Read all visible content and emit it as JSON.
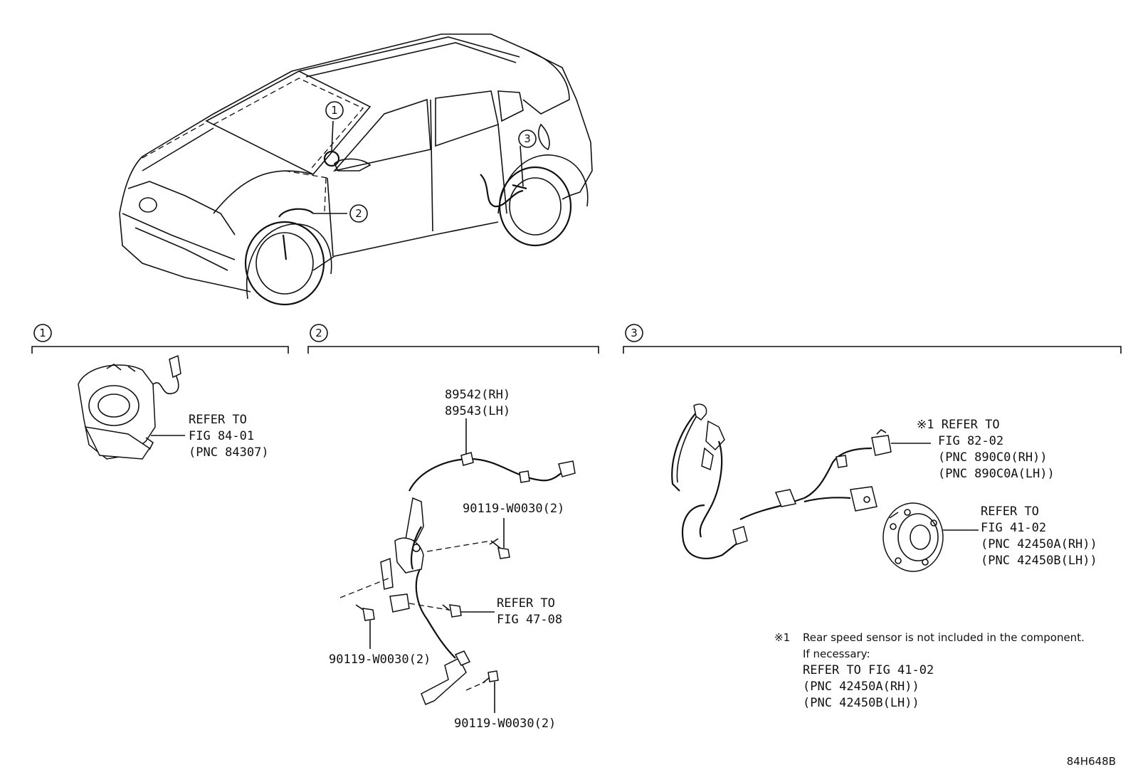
{
  "callouts": [
    "1",
    "2",
    "3"
  ],
  "section1": {
    "refer": [
      "REFER TO",
      "FIG 84-01",
      "(PNC 84307)"
    ]
  },
  "section2": {
    "part_rh": "89542(RH)",
    "part_lh": "89543(LH)",
    "bolt_upper": "90119-W0030(2)",
    "refer": [
      "REFER TO",
      "FIG 47-08"
    ],
    "bolt_left": "90119-W0030(2)",
    "bolt_bottom": "90119-W0030(2)"
  },
  "section3": {
    "sensor_refer": [
      "※1 REFER TO",
      "FIG 82-02",
      "(PNC 890C0(RH))",
      "(PNC 890C0A(LH))"
    ],
    "hub_refer": [
      "REFER TO",
      "FIG 41-02",
      "(PNC 42450A(RH))",
      "(PNC 42450B(LH))"
    ],
    "note_mark": "※1",
    "note_line1": "Rear speed sensor is not included in the component.",
    "note_line2": "If necessary:",
    "note_refer": "REFER TO FIG 41-02",
    "note_pnc_rh": "(PNC 42450A(RH))",
    "note_pnc_lh": "(PNC 42450B(LH))"
  },
  "drawing_id": "84H648B"
}
